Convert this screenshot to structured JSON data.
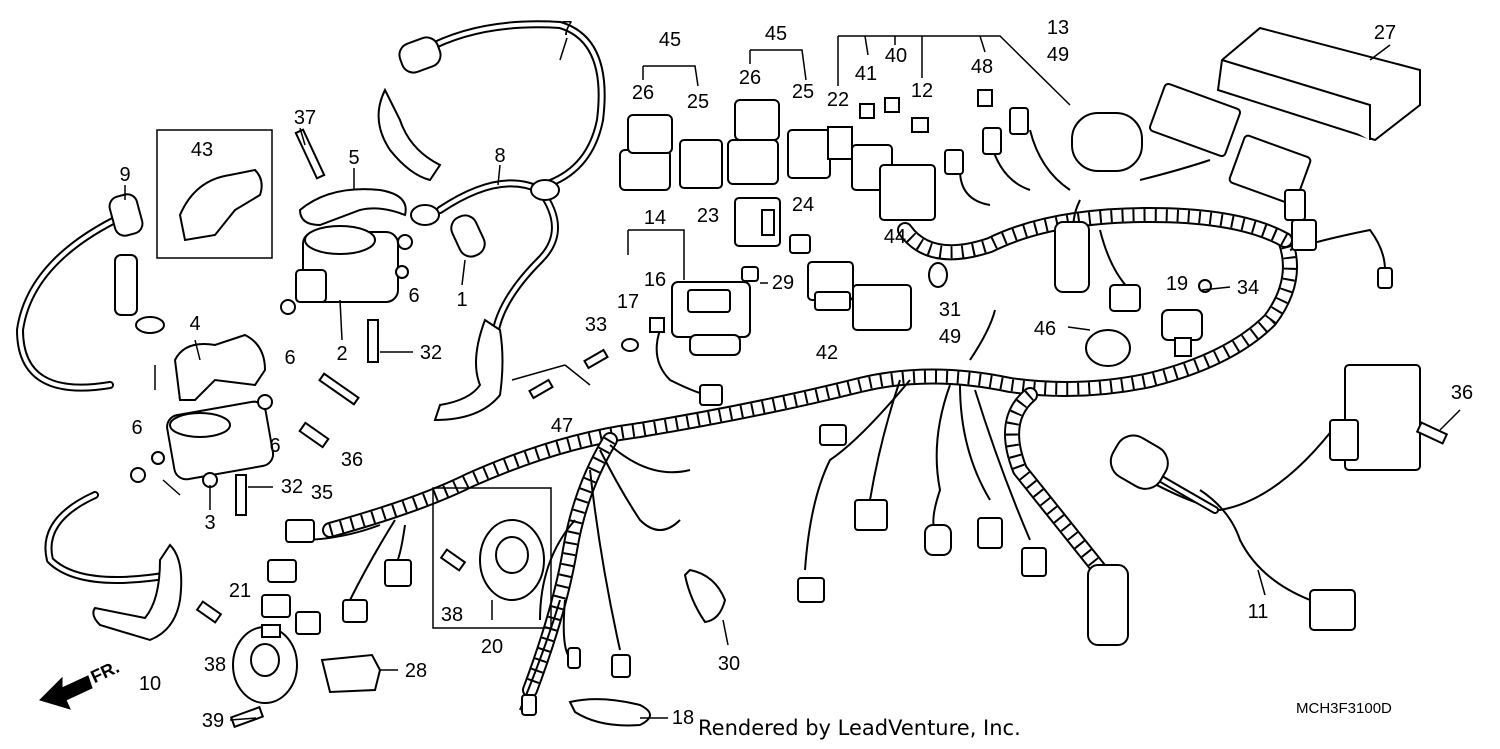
{
  "diagram": {
    "diagram_code": "MCH3F3100D",
    "credit": "Rendered by LeadVenture, Inc.",
    "front_arrow_label": "FR.",
    "callouts": [
      "1",
      "2",
      "3",
      "4",
      "5",
      "6",
      "6",
      "6",
      "6",
      "7",
      "8",
      "9",
      "10",
      "11",
      "12",
      "13",
      "49",
      "14",
      "16",
      "17",
      "18",
      "19",
      "20",
      "21",
      "22",
      "23",
      "24",
      "25",
      "25",
      "26",
      "26",
      "27",
      "28",
      "29",
      "30",
      "31",
      "49",
      "32",
      "32",
      "33",
      "34",
      "35",
      "36",
      "36",
      "37",
      "38",
      "38",
      "39",
      "40",
      "41",
      "42",
      "43",
      "44",
      "45",
      "45",
      "46",
      "47",
      "48"
    ]
  }
}
